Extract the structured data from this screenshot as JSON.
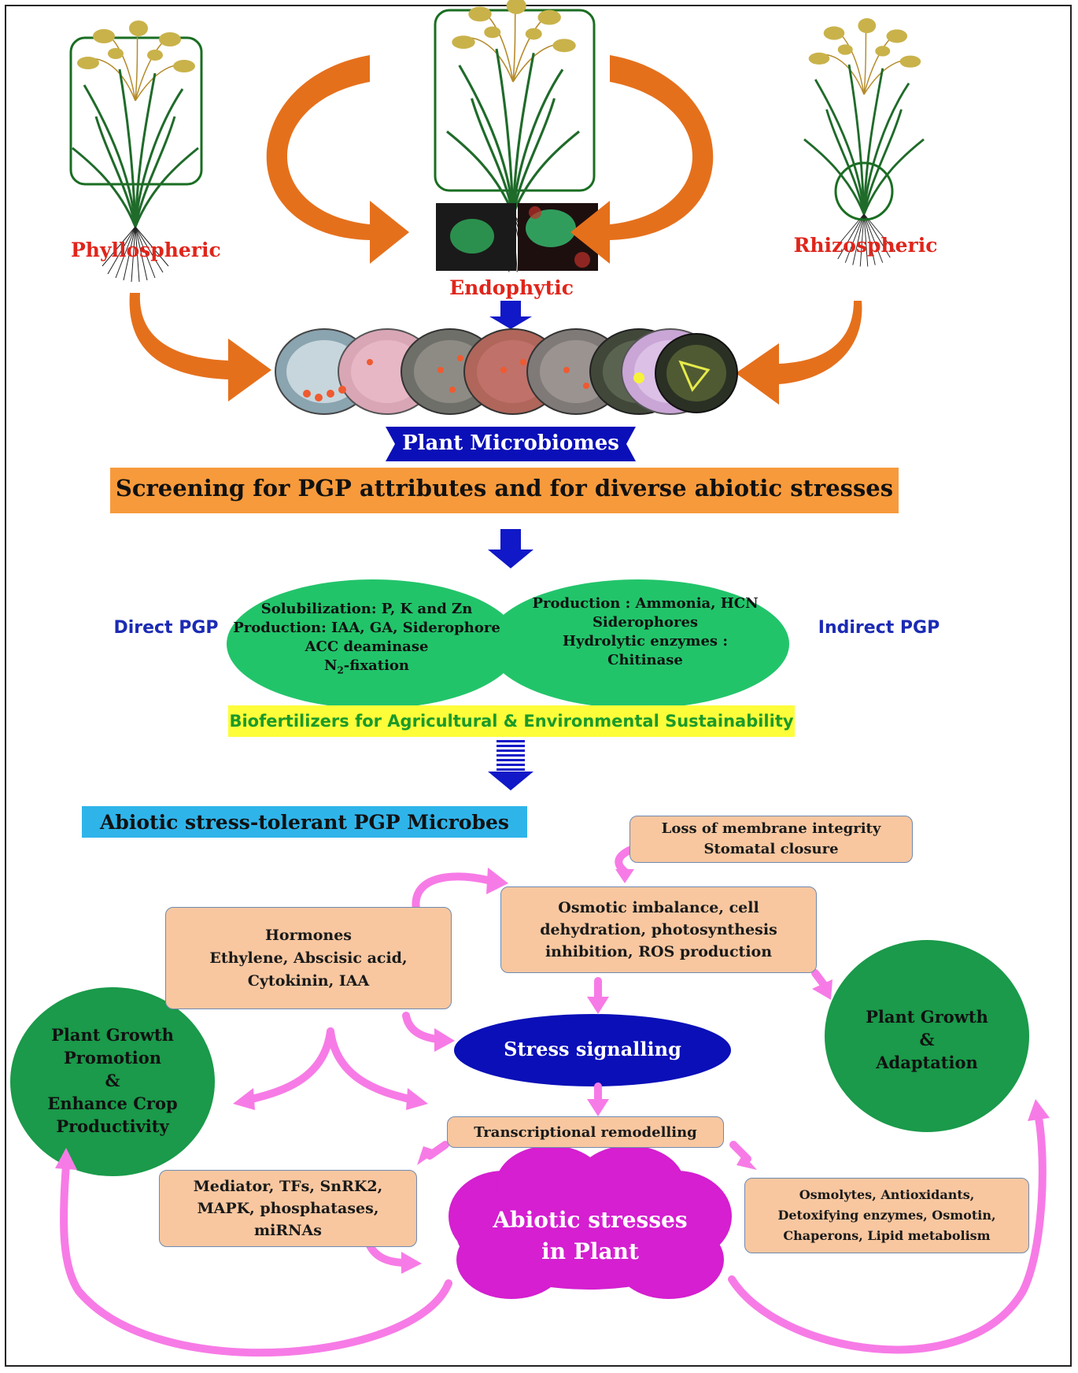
{
  "top": {
    "phyllo": "Phyllospheric",
    "endo": "Endophytic",
    "rhizo": "Rhizospheric"
  },
  "microbiomes": "Plant Microbiomes",
  "screening": "Screening  for PGP attributes and for diverse abiotic stresses",
  "direct_pgp": "Direct PGP",
  "indirect_pgp": "Indirect PGP",
  "direct_lines": [
    "Solubilization: P, K and Zn",
    "Production: IAA, GA, Siderophore",
    "ACC deaminase",
    "-fixation"
  ],
  "n2": "N",
  "n2_sub": "2",
  "indirect_lines": [
    "Production : Ammonia, HCN",
    "Siderophores",
    "Hydrolytic enzymes :",
    "Chitinase"
  ],
  "biofertilizers": "Biofertilizers for Agricultural & Environmental Sustainability",
  "abiotic_microbes": "Abiotic stress-tolerant PGP Microbes",
  "membrane": [
    "Loss of membrane integrity",
    "Stomatal closure"
  ],
  "osmotic": [
    "Osmotic imbalance, cell",
    "dehydration, photosynthesis",
    "inhibition, ROS production"
  ],
  "hormones": [
    "Hormones",
    "Ethylene, Abscisic acid,",
    "Cytokinin, IAA"
  ],
  "stress_signalling": "Stress signalling",
  "transcriptional": "Transcriptional remodelling",
  "mediator": [
    "Mediator, TFs, SnRK2,",
    "MAPK, phosphatases,",
    "miRNAs"
  ],
  "osmolytes": [
    "Osmolytes, Antioxidants,",
    "Detoxifying enzymes, Osmotin,",
    "Chaperons, Lipid metabolism"
  ],
  "abiotic_plant": [
    "Abiotic stresses",
    "in Plant"
  ],
  "pgp_left": [
    "Plant Growth",
    "Promotion",
    "&",
    "Enhance Crop",
    "Productivity"
  ],
  "pgp_right": [
    "Plant Growth",
    "&",
    "Adaptation"
  ],
  "colors": {
    "orange_arrow": "#e5701c",
    "green_oval": "#22c46a",
    "dark_green": "#1a9a4a",
    "navy": "#0a0fb8",
    "peach": "#f8c7a0",
    "pink_arrow": "#f77be6",
    "magenta": "#d51fd0",
    "yellow": "#fdfd3a",
    "sky": "#2fb4ea",
    "screening_bar": "#f79a3c"
  },
  "icons": [
    "rice-plant-icon",
    "petri-dish-icon",
    "micrograph-icon"
  ]
}
